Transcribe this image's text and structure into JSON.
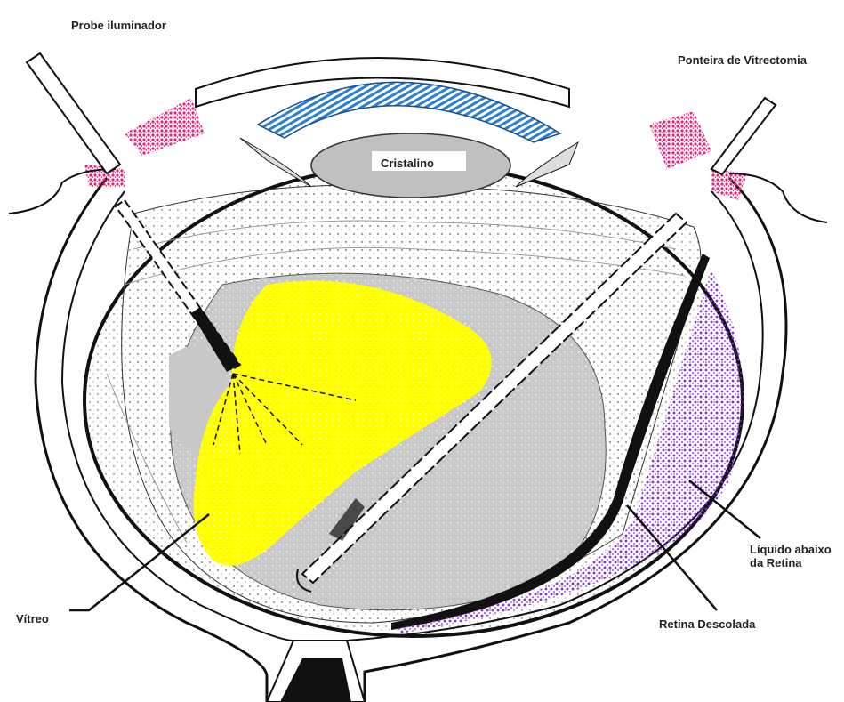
{
  "labels": {
    "probe": "Probe iluminador",
    "ponteira": "Ponteira de Vitrectomia",
    "cristalino": "Cristalino",
    "liquido_line1": "Líquido abaixo",
    "liquido_line2": "da Retina",
    "vitreo": "Vítreo",
    "retina": "Retina Descolada"
  },
  "colors": {
    "vitreous_highlight": "#ffff00",
    "subretinal_fluid": "#8a2be2",
    "sclerotomy_tissue": "#e8207a",
    "iris_ciliary": "#2a7fd4",
    "lens": "#c0c0c0",
    "gray_vitreous": "#c8c8c8",
    "ink": "#111111"
  }
}
